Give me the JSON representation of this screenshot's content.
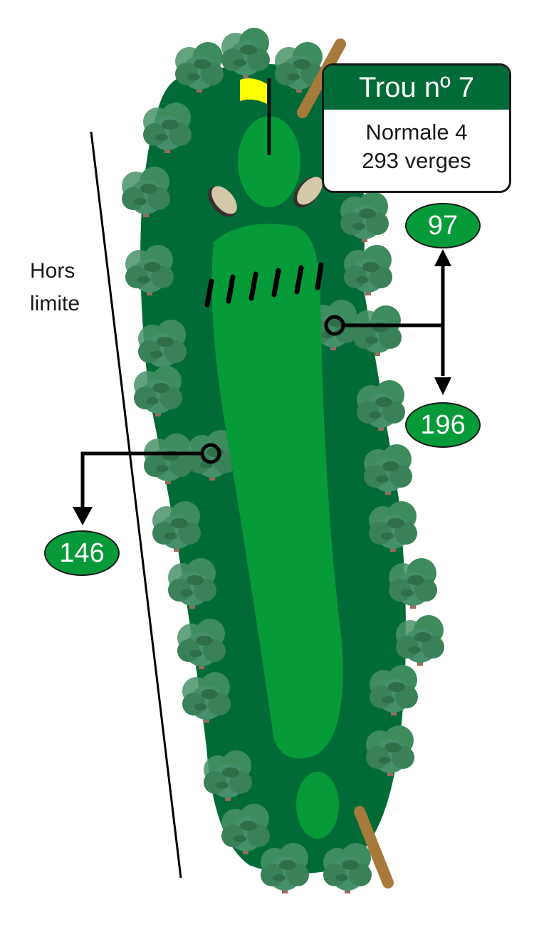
{
  "sign": {
    "title": "Trou nº 7",
    "par": "Normale 4",
    "distance": "293 verges"
  },
  "out_of_bounds": {
    "line1": "Hors",
    "line2": "limite"
  },
  "markers": [
    {
      "label": "97"
    },
    {
      "label": "196"
    },
    {
      "label": "146"
    }
  ],
  "colors": {
    "rough": "#006b37",
    "fairway": "#069a39",
    "trees": "#3e8b5e",
    "bunker": "#d3c8a8",
    "flag": "#ffff00",
    "path": "#a57a3a",
    "sign_header": "#006b37"
  }
}
